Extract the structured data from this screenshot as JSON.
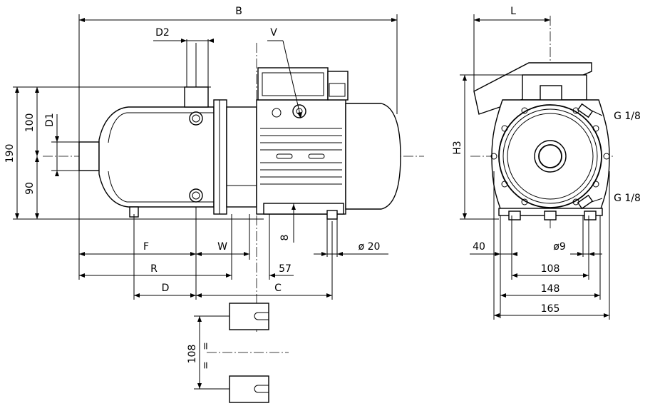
{
  "dimensions": {
    "B": "B",
    "D2": "D2",
    "V": "V",
    "D1": "D1",
    "h190": "190",
    "h100": "100",
    "h90": "90",
    "F": "F",
    "W": "W",
    "R": "R",
    "d57": "57",
    "D": "D",
    "C": "C",
    "d8": "8",
    "dia20": "ø 20",
    "h108": "108",
    "L": "L",
    "H3": "H3",
    "G_top": "G 1/8",
    "G_bottom": "G 1/8",
    "d40": "40",
    "dia9": "ø9",
    "w108": "108",
    "w148": "148",
    "w165": "165",
    "eq1": "=",
    "eq2": "="
  }
}
